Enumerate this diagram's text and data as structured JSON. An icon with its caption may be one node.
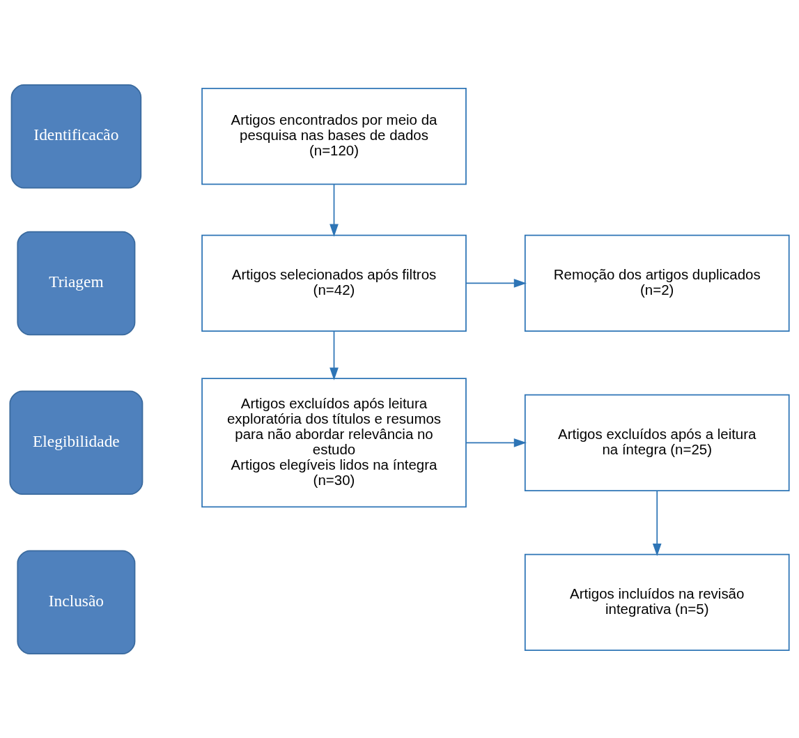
{
  "diagram": {
    "nodes": [
      {
        "text": [
          "Identificacão"
        ]
      },
      {
        "text": [
          "Artigos encontrados por meio da pesquisa nas bases de dados (n=120)"
        ]
      },
      {
        "text": [
          "Triagem"
        ]
      },
      {
        "text": [
          "Artigos selecionados após filtros (n=42)"
        ]
      },
      {
        "text": [
          "Remoção dos artigos duplicados (n=2)"
        ]
      },
      {
        "text": [
          "Elegibilidade"
        ]
      },
      {
        "text": [
          "Artigos excluídos após leitura exploratória dos títulos e resumos para não abordar relevância no estudo",
          "Artigos elegíveis lidos na íntegra (n=30)"
        ]
      },
      {
        "text": [
          "Artigos excluídos após a leitura na íntegra (n=25)"
        ]
      },
      {
        "text": [
          "Inclusão"
        ]
      },
      {
        "text": [
          "Artigos incluídos na revisão integrativa (n=5)"
        ]
      }
    ],
    "edges": [
      {
        "from": 1,
        "to": 3,
        "arrow": "to"
      },
      {
        "from": 3,
        "to": 4,
        "arrow": "to"
      },
      {
        "from": 3,
        "to": 6,
        "arrow": "to"
      },
      {
        "from": 6,
        "to": 7,
        "arrow": "to"
      },
      {
        "from": 7,
        "to": 9,
        "arrow": "to"
      }
    ]
  }
}
